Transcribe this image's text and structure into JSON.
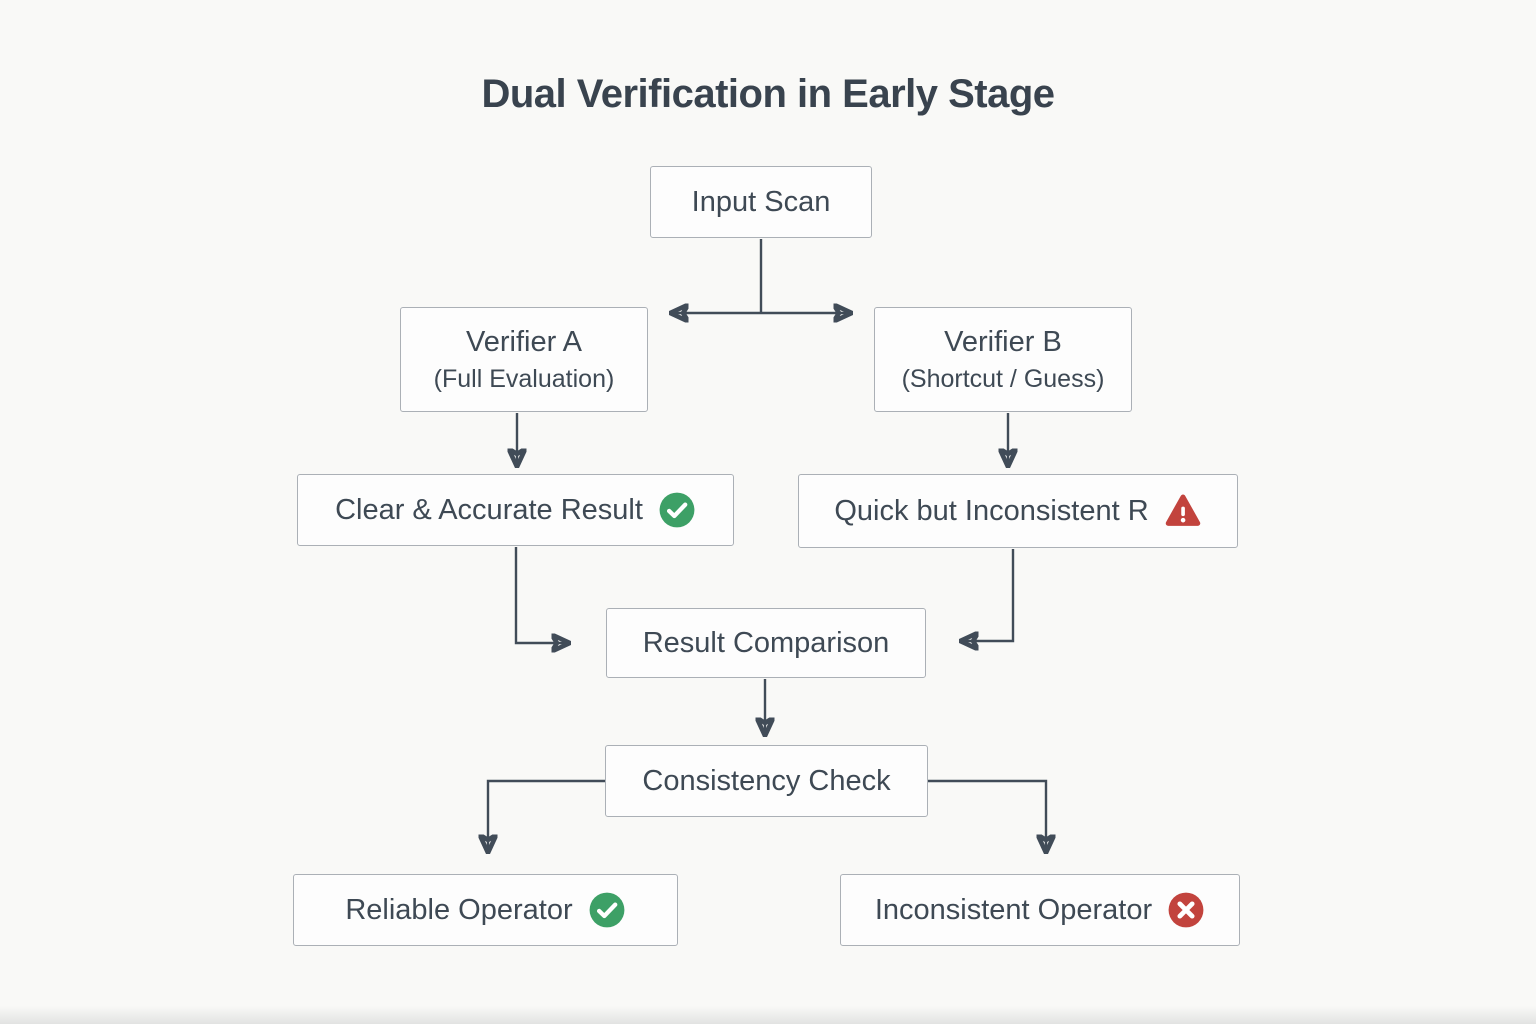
{
  "title": "Dual Verification in Early Stage",
  "colors": {
    "background": "#f9f9f7",
    "box_fill": "#fdfdfd",
    "box_border": "#abb0b6",
    "text": "#3e4954",
    "arrow": "#414c58",
    "success_green": "#3da066",
    "danger_red": "#c2433d"
  },
  "nodes": {
    "input_scan": {
      "label": "Input Scan"
    },
    "verifier_a": {
      "label": "Verifier A",
      "sublabel": "(Full Evaluation)"
    },
    "verifier_b": {
      "label": "Verifier B",
      "sublabel": "(Shortcut / Guess)"
    },
    "result_a": {
      "label": "Clear & Accurate Result",
      "icon": "check-circle"
    },
    "result_b": {
      "label": "Quick but Inconsistent R",
      "icon": "warning-triangle"
    },
    "comparison": {
      "label": "Result Comparison"
    },
    "consistency": {
      "label": "Consistency Check"
    },
    "outcome_good": {
      "label": "Reliable Operator",
      "icon": "check-circle"
    },
    "outcome_bad": {
      "label": "Inconsistent Operator",
      "icon": "x-circle"
    }
  }
}
